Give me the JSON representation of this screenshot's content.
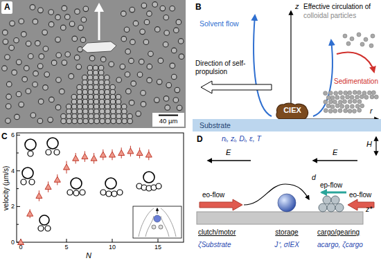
{
  "diagram": {
    "nodes": [
      {
        "text": [
          "CIEX"
        ]
      },
      {
        "text": [
          "Substrate"
        ]
      }
    ],
    "labels": [
      "A",
      "40 µm",
      "B",
      "z",
      "r",
      "Solvent flow",
      "Effective circulation of",
      "colloidal particles",
      "Sedimentation",
      "Direction of self-propulsion",
      "C",
      "velocity (µm/s)",
      "N",
      "0",
      "2",
      "4",
      "6",
      "0",
      "5",
      "10",
      "15",
      "D",
      "nᵢ, zᵢ, Dᵢ, ε, T",
      "H",
      "E",
      "E",
      "eo-flow",
      "d",
      "ep-flow",
      "eo-flow",
      "z*",
      "clutch/motor",
      "storage",
      "cargo/gearing",
      "ζSubstrate",
      "J⁺, σIEX",
      "acargo, ζcargo"
    ]
  }
}
